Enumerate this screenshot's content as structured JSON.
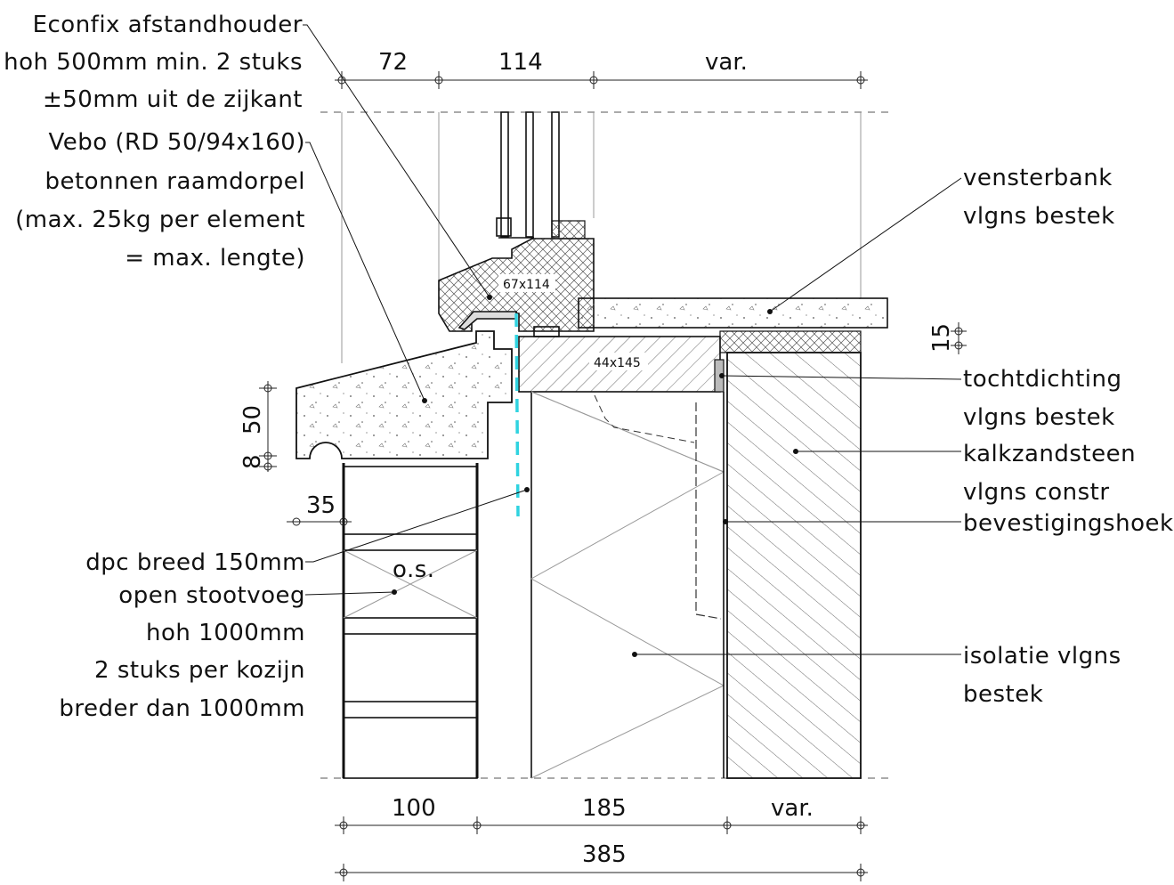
{
  "labels_left": {
    "econfix_1": "Econfix afstandhouder",
    "econfix_2": "hoh 500mm min. 2 stuks",
    "econfix_3": "±50mm uit de zijkant",
    "vebo_1": "Vebo (RD 50/94x160)",
    "vebo_2": "betonnen raamdorpel",
    "vebo_3": "(max. 25kg per element",
    "vebo_4": "= max. lengte)",
    "dpc_1": "dpc breed 150mm",
    "dpc_2": "open stootvoeg",
    "dpc_3": "hoh 1000mm",
    "dpc_4": "2 stuks per kozijn",
    "dpc_5": "breder dan 1000mm"
  },
  "labels_right": {
    "vensterbank_1": "vensterbank",
    "vensterbank_2": "vlgns bestek",
    "tocht_1": "tochtdichting",
    "tocht_2": "vlgns bestek",
    "kalk_1": "kalkzandsteen",
    "kalk_2": "vlgns constr",
    "bevest": "bevestigingshoek",
    "iso_1": "isolatie vlgns",
    "iso_2": "bestek"
  },
  "dimensions": {
    "top_72": "72",
    "top_114": "114",
    "top_var": "var.",
    "bottom_100": "100",
    "bottom_185": "185",
    "bottom_var": "var.",
    "bottom_total": "385",
    "side_50": "50",
    "side_8": "8",
    "side_35": "35",
    "side_15": "15"
  },
  "inline_labels": {
    "frame_size": "67x114",
    "sill_size": "44x145",
    "open_joint": "o.s."
  },
  "colors": {
    "line": "#111111",
    "dpc_accent": "#2fd3e0",
    "gap": "#888888"
  }
}
